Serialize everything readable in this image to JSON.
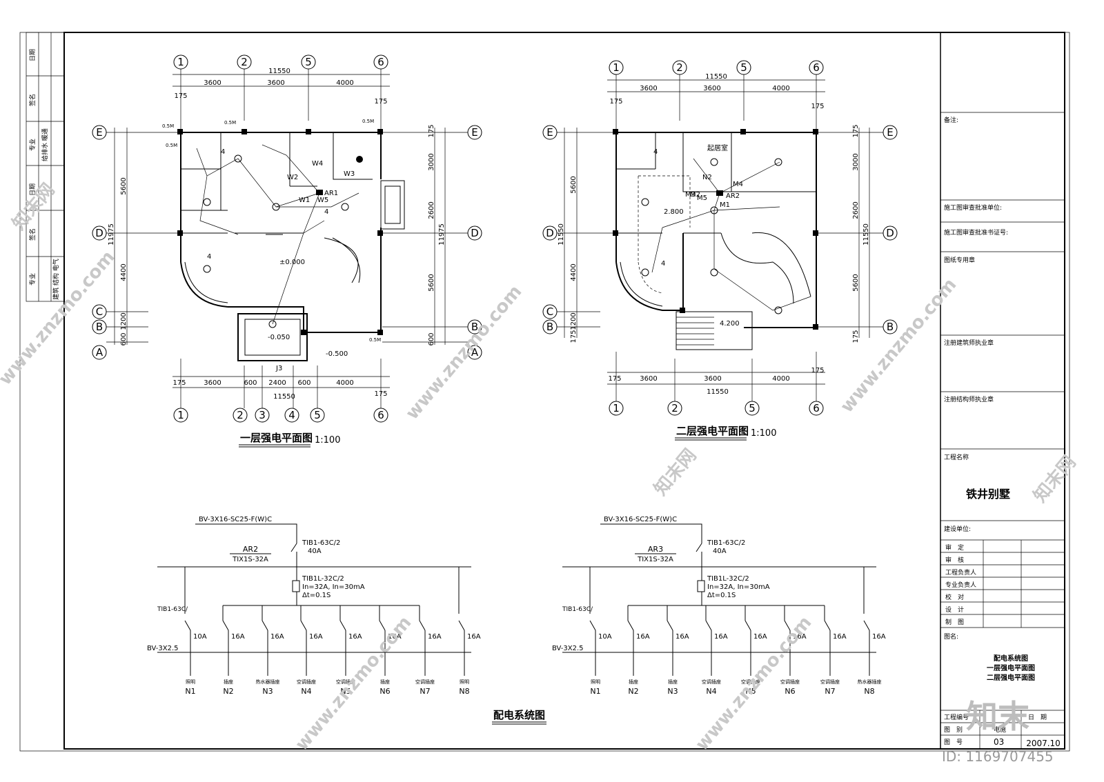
{
  "left_strip": {
    "rows": [
      {
        "col1": "日期",
        "col2": "签名",
        "col3": "专业"
      },
      {
        "col1": "日期",
        "col2": "签名",
        "col3": "给排水 暖通"
      },
      {
        "col1": "专业",
        "col2": "建筑 结构 电气",
        "col3": ""
      }
    ]
  },
  "plan1": {
    "title": "一层强电平面图",
    "scale": "1:100",
    "axes_top": [
      "1",
      "2",
      "5",
      "6"
    ],
    "axes_bottom": [
      "1",
      "2",
      "3",
      "4",
      "5",
      "6"
    ],
    "axes_side": [
      "E",
      "D",
      "C",
      "B",
      "A"
    ],
    "dims_top": [
      "11550",
      "3600",
      "3600",
      "4000",
      "175",
      "175"
    ],
    "dims_bottom": [
      "175",
      "3600",
      "600",
      "2400",
      "600",
      "4000",
      "175",
      "11550"
    ],
    "dims_left": [
      "11975",
      "5600",
      "4400",
      "1200",
      "600"
    ],
    "dims_right": [
      "175",
      "3000",
      "2600",
      "5600",
      "11975",
      "600"
    ],
    "levels": [
      "±0.000",
      "-0.050",
      "-0.500"
    ],
    "labels": [
      "AR1",
      "W1",
      "W2",
      "W3",
      "W4",
      "W5",
      "4",
      "4",
      "4",
      "0.5M",
      "0.5M",
      "0.5M",
      "0.5M",
      "0.5M",
      "J3"
    ]
  },
  "plan2": {
    "title": "二层强电平面图",
    "scale": "1:100",
    "axes_top": [
      "1",
      "2",
      "5",
      "6"
    ],
    "axes_bottom": [
      "1",
      "2",
      "5",
      "6"
    ],
    "axes_side": [
      "E",
      "D",
      "C",
      "B"
    ],
    "dims_top": [
      "11550",
      "3600",
      "3600",
      "4000",
      "175",
      "175"
    ],
    "dims_bottom": [
      "175",
      "3600",
      "3600",
      "4000",
      "175",
      "11550"
    ],
    "dims_left": [
      "11550",
      "5600",
      "4400",
      "1200",
      "175"
    ],
    "dims_right": [
      "175",
      "3000",
      "2600",
      "5600",
      "11550",
      "175"
    ],
    "levels": [
      "2.800",
      "4.200"
    ],
    "labels": [
      "AR2",
      "M1",
      "M2",
      "M3",
      "M4",
      "M5",
      "N2",
      "4",
      "4",
      "起居室"
    ]
  },
  "system1": {
    "feed": "BV-3X16-SC25-F(W)C",
    "box": "AR2",
    "box_model": "TIX1S-32A",
    "main_breaker": "TIB1-63C/2",
    "main_rating": "40A",
    "rcd": "TIB1L-32C/2",
    "rcd_params": "In=32A, In=30mA",
    "rcd_time": "Δt=0.1S",
    "branch_breaker": "TIB1-63C/",
    "branch_cable": "BV-3X2.5",
    "ratings": [
      "10A",
      "16A",
      "16A",
      "16A",
      "16A",
      "16A",
      "16A",
      "16A"
    ],
    "uses": [
      "照明",
      "插座",
      "热水器插座",
      "空调插座",
      "空调插座",
      "插座",
      "空调插座",
      "照明"
    ],
    "circuits": [
      "N1",
      "N2",
      "N3",
      "N4",
      "N5",
      "N6",
      "N7",
      "N8"
    ]
  },
  "system2": {
    "feed": "BV-3X16-SC25-F(W)C",
    "box": "AR3",
    "box_model": "TIX1S-32A",
    "main_breaker": "TIB1-63C/2",
    "main_rating": "40A",
    "rcd": "TIB1L-32C/2",
    "rcd_params": "In=32A, In=30mA",
    "rcd_time": "Δt=0.1S",
    "branch_breaker": "TIB1-63C/",
    "branch_cable": "BV-3X2.5",
    "ratings": [
      "10A",
      "16A",
      "16A",
      "16A",
      "16A",
      "16A",
      "16A",
      "16A"
    ],
    "uses": [
      "照明",
      "插座",
      "插座",
      "空调插座",
      "空调插座",
      "空调插座",
      "空调插座",
      "热水器插座"
    ],
    "circuits": [
      "N1",
      "N2",
      "N3",
      "N4",
      "N5",
      "N6",
      "N7",
      "N8"
    ]
  },
  "system_title": "配电系统图",
  "title_block": {
    "notes_label": "备注:",
    "review_unit": "施工图审查批准单位:",
    "review_cert": "施工图审查批准书证号:",
    "seal": "图纸专用章",
    "arch_seal": "注册建筑师执业章",
    "struct_seal": "注册结构师执业章",
    "project_label": "工程名称",
    "project_name": "铁井别墅",
    "client_label": "建设单位:",
    "roles": [
      "审　定",
      "审　核",
      "工程负责人",
      "专业负责人",
      "校　对",
      "设　计",
      "制　图"
    ],
    "drawing_label": "图名:",
    "drawing_names": [
      "配电系统图",
      "一层强电平面图",
      "二层强电平面图"
    ],
    "project_no_label": "工程编号",
    "category_label": "图　别",
    "category_value": "电施",
    "sheet_no_label": "图　号",
    "sheet_no_value": "03",
    "date_label": "日　期",
    "date_value": "2007.10"
  },
  "watermark": {
    "text": "www.znzmo.com",
    "brand": "知末网",
    "logo": "知末",
    "id": "ID: 1169707455"
  }
}
